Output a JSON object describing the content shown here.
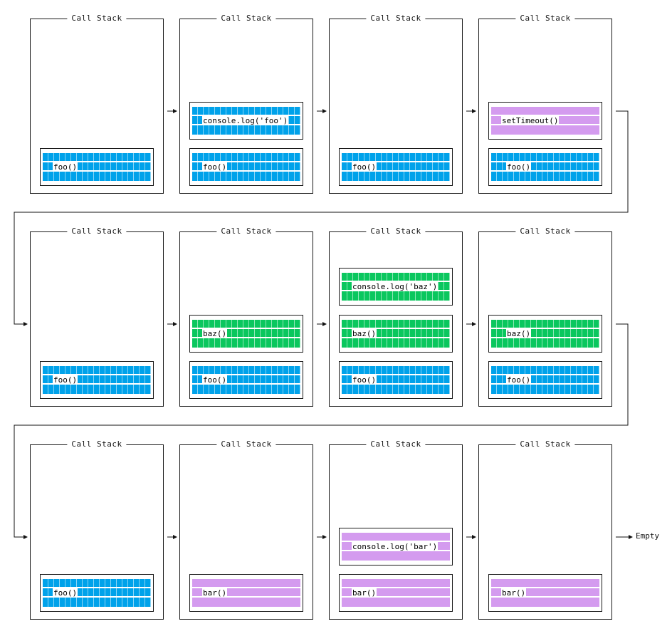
{
  "stack_title": "Call Stack",
  "end_label": "Empty",
  "colors": {
    "blue": "#00a2ea",
    "green": "#0ac75e",
    "purple": "#d49bef"
  },
  "steps": [
    {
      "frames": [
        {
          "label": "foo()",
          "color": "blue"
        }
      ]
    },
    {
      "frames": [
        {
          "label": "foo()",
          "color": "blue"
        },
        {
          "label": "console.log('foo')",
          "color": "blue"
        }
      ]
    },
    {
      "frames": [
        {
          "label": "foo()",
          "color": "blue"
        }
      ]
    },
    {
      "frames": [
        {
          "label": "foo()",
          "color": "blue"
        },
        {
          "label": "setTimeout()",
          "color": "purple"
        }
      ]
    },
    {
      "frames": [
        {
          "label": "foo()",
          "color": "blue"
        }
      ]
    },
    {
      "frames": [
        {
          "label": "foo()",
          "color": "blue"
        },
        {
          "label": "baz()",
          "color": "green"
        }
      ]
    },
    {
      "frames": [
        {
          "label": "foo()",
          "color": "blue"
        },
        {
          "label": "baz()",
          "color": "green"
        },
        {
          "label": "console.log('baz')",
          "color": "green"
        }
      ]
    },
    {
      "frames": [
        {
          "label": "foo()",
          "color": "blue"
        },
        {
          "label": "baz()",
          "color": "green"
        }
      ]
    },
    {
      "frames": [
        {
          "label": "foo()",
          "color": "blue"
        }
      ]
    },
    {
      "frames": [
        {
          "label": "bar()",
          "color": "purple"
        }
      ]
    },
    {
      "frames": [
        {
          "label": "bar()",
          "color": "purple"
        },
        {
          "label": "console.log('bar')",
          "color": "purple"
        }
      ]
    },
    {
      "frames": [
        {
          "label": "bar()",
          "color": "purple"
        }
      ]
    }
  ]
}
